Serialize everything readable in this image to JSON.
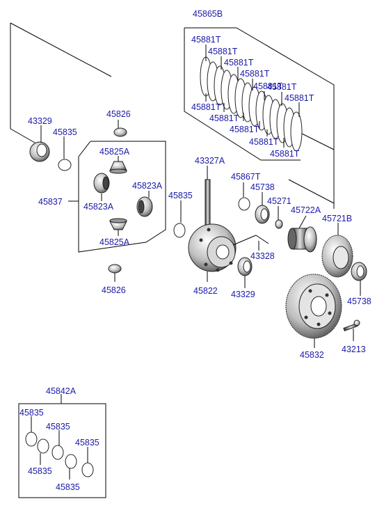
{
  "labels": {
    "l45865B": "45865B",
    "l45881T": "45881T",
    "l43329": "43329",
    "l45835": "45835",
    "l45826": "45826",
    "l45825A": "45825A",
    "l45823A": "45823A",
    "l45837": "45837",
    "l43327A": "43327A",
    "l45867T": "45867T",
    "l45738": "45738",
    "l45271": "45271",
    "l45722A": "45722A",
    "l45721B": "45721B",
    "l43328": "43328",
    "l45822": "45822",
    "l45832": "45832",
    "l43213": "43213",
    "l45842A": "45842A"
  }
}
